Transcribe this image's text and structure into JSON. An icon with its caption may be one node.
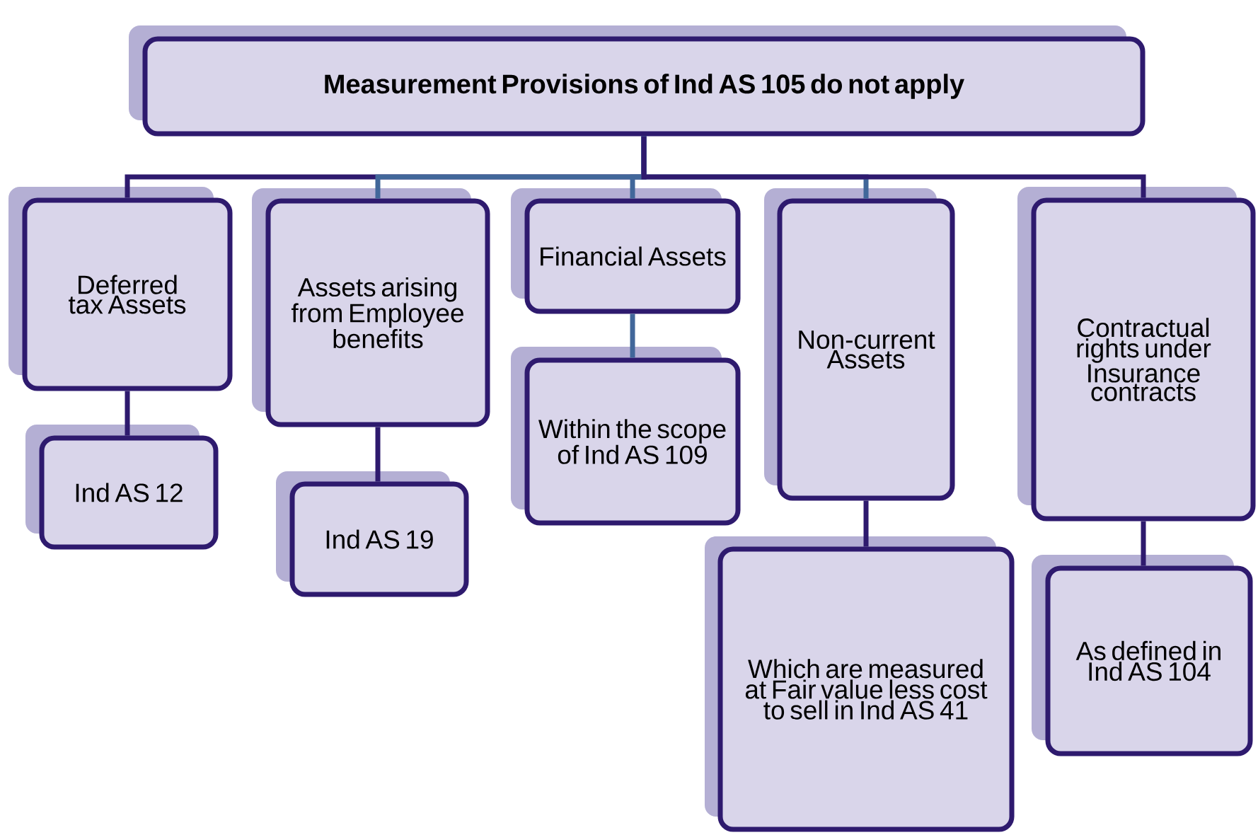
{
  "diagram": {
    "nodes": [
      {
        "text": [
          "Measurement Provisions of Ind AS 105 do not apply"
        ]
      },
      {
        "text": [
          "Deferred tax Assets"
        ]
      },
      {
        "text": [
          "Assets arising from Employee benefits"
        ]
      },
      {
        "text": [
          "Financial Assets"
        ]
      },
      {
        "text": [
          "Non-current Assets"
        ]
      },
      {
        "text": [
          "Contractual rights under Insurance contracts"
        ]
      },
      {
        "text": [
          "Ind AS 12"
        ]
      },
      {
        "text": [
          "Ind AS 19"
        ]
      },
      {
        "text": [
          "Within the scope of Ind AS 109"
        ]
      },
      {
        "text": [
          "Which are measured at Fair value less cost to sell in Ind AS 41"
        ]
      },
      {
        "text": [
          "As defined in Ind AS 104"
        ]
      }
    ],
    "edges": [
      {
        "from": 0,
        "to": 1,
        "arrow": "none"
      },
      {
        "from": 0,
        "to": 2,
        "arrow": "none",
        "color": "#41679a"
      },
      {
        "from": 0,
        "to": 3,
        "arrow": "none",
        "color": "#41679a"
      },
      {
        "from": 0,
        "to": 4,
        "arrow": "none",
        "color": "#41679a"
      },
      {
        "from": 0,
        "to": 5,
        "arrow": "none"
      },
      {
        "from": 1,
        "to": 6,
        "arrow": "none"
      },
      {
        "from": 2,
        "to": 7,
        "arrow": "none"
      },
      {
        "from": 3,
        "to": 8,
        "arrow": "none",
        "color": "#41679a"
      },
      {
        "from": 4,
        "to": 9,
        "arrow": "none"
      },
      {
        "from": 5,
        "to": 10,
        "arrow": "none"
      }
    ]
  }
}
